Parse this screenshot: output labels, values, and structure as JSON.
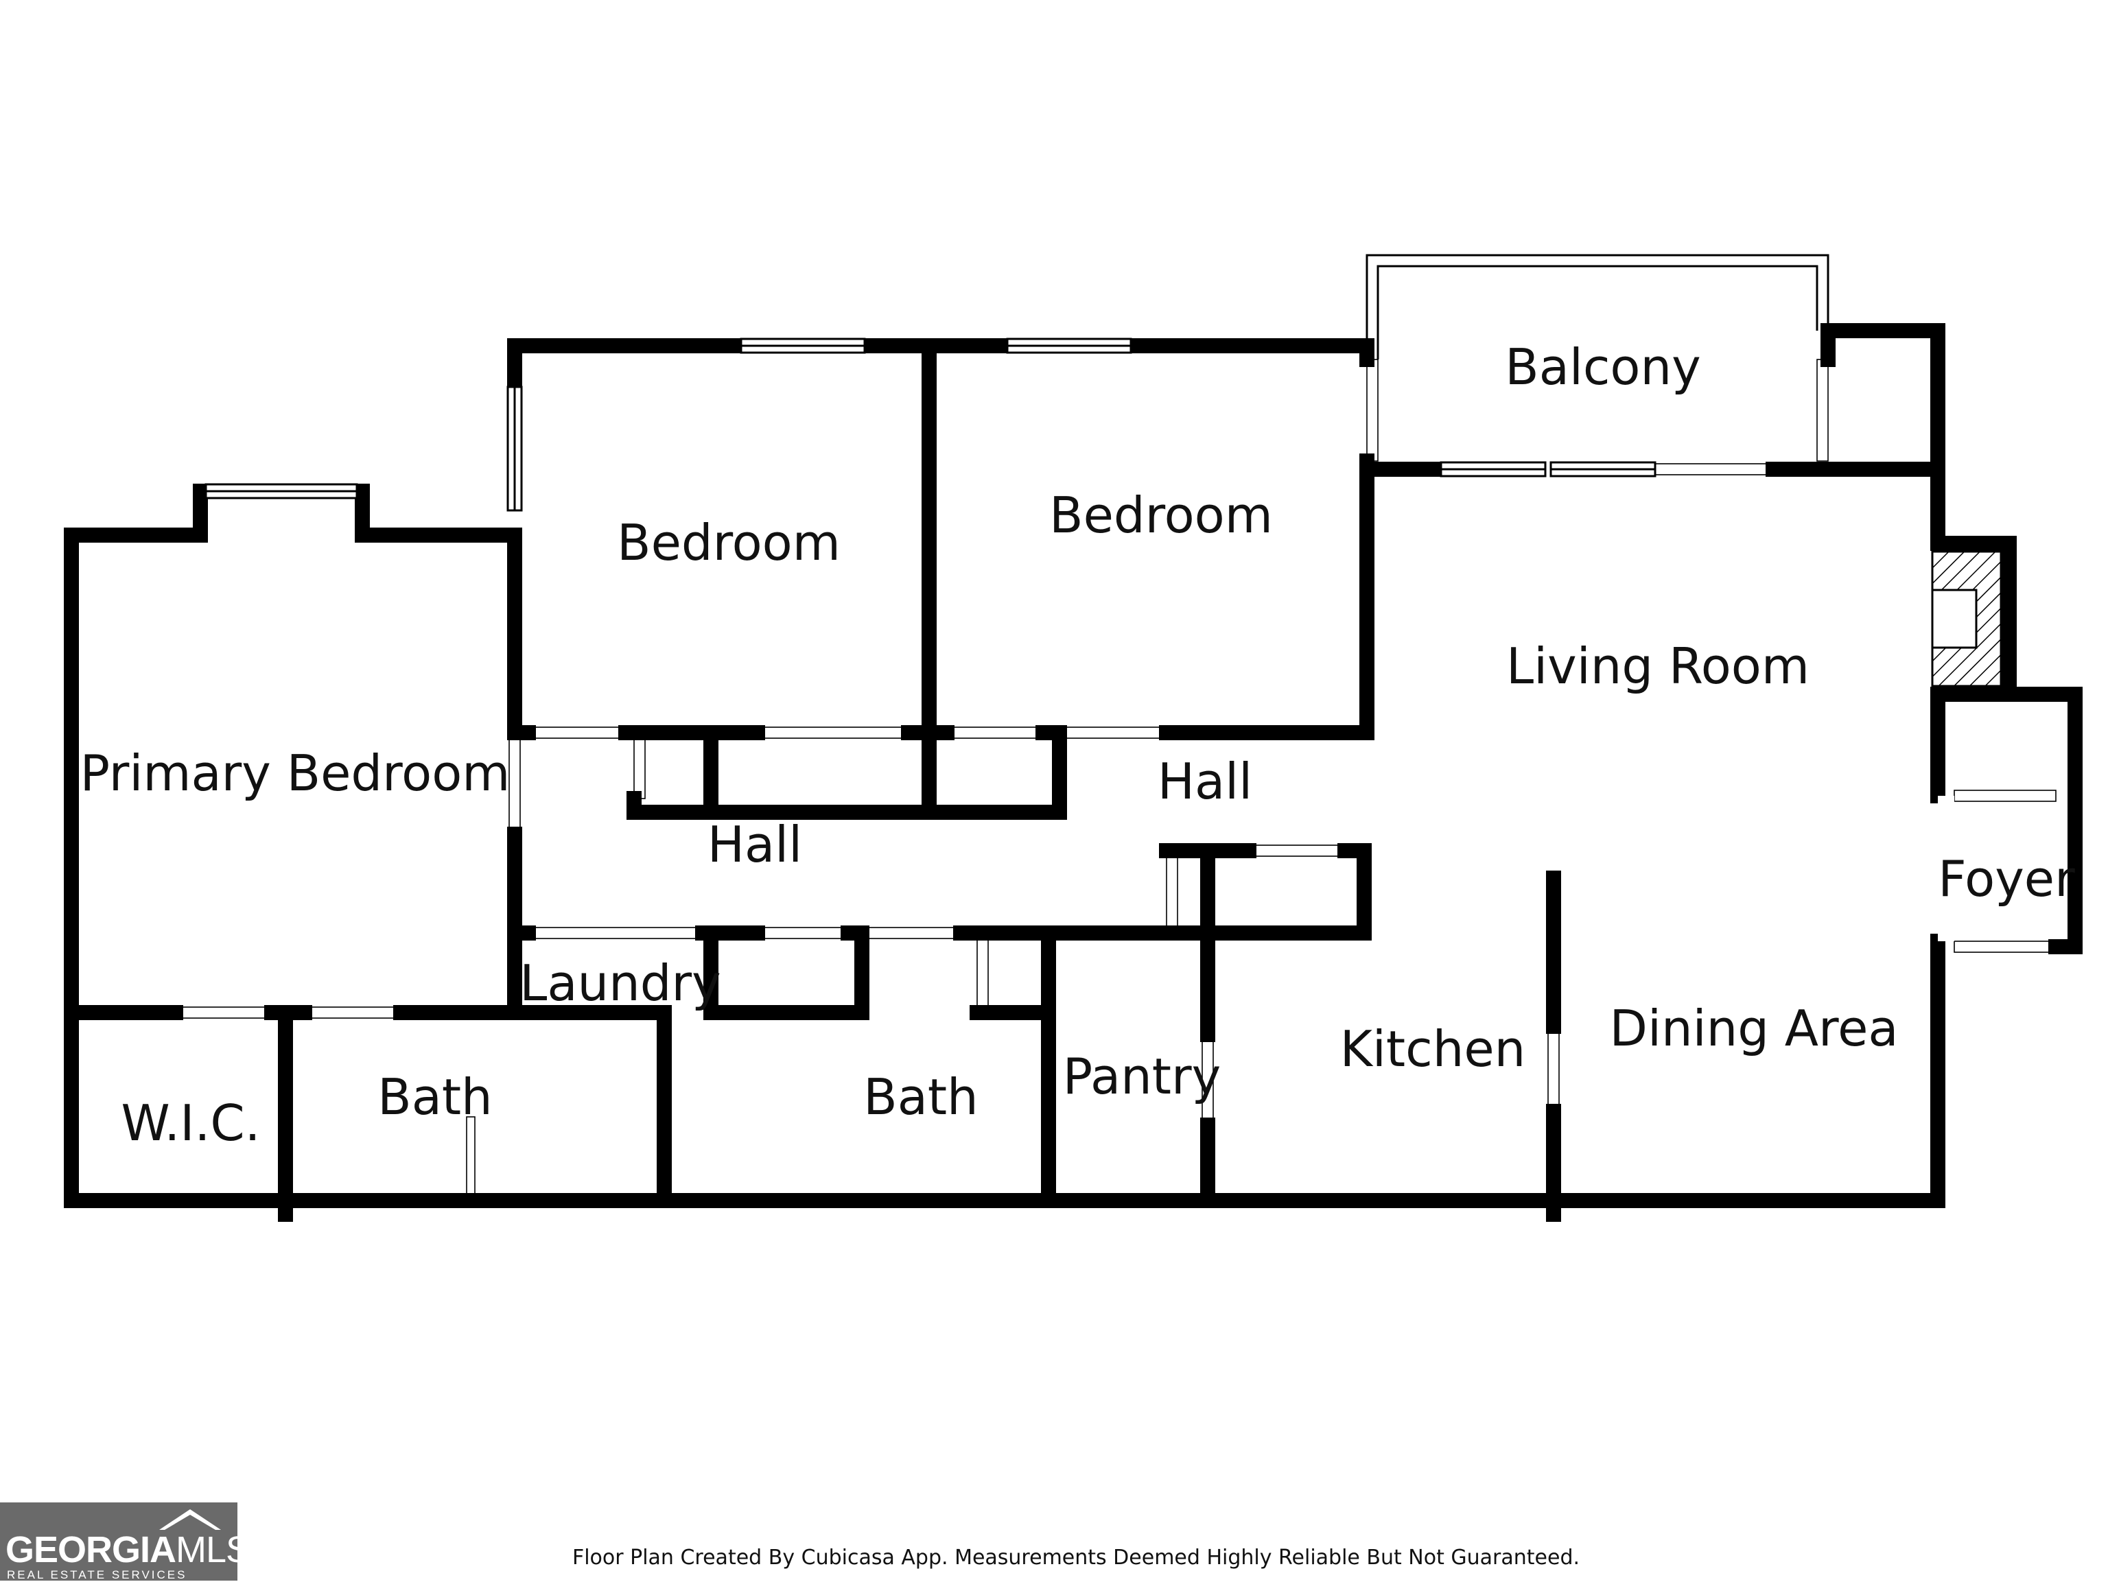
{
  "rooms": {
    "primary_bedroom": "Primary Bedroom",
    "bedroom_1": "Bedroom",
    "bedroom_2": "Bedroom",
    "balcony": "Balcony",
    "living_room": "Living Room",
    "hall_left": "Hall",
    "hall_right": "Hall",
    "foyer": "Foyer",
    "laundry": "Laundry",
    "wic": "W.I.C.",
    "bath_1": "Bath",
    "bath_2": "Bath",
    "pantry": "Pantry",
    "kitchen": "Kitchen",
    "dining_area": "Dining Area"
  },
  "footer": {
    "note": "Floor Plan Created By Cubicasa App. Measurements Deemed Highly Reliable But Not Guaranteed."
  },
  "logo": {
    "brand_bold": "GEORGIA",
    "brand_light": "MLS",
    "tagline": "REAL ESTATE SERVICES"
  },
  "colors": {
    "wall": "#000000",
    "background": "#ffffff",
    "logo_bg": "#6a6a6a"
  }
}
